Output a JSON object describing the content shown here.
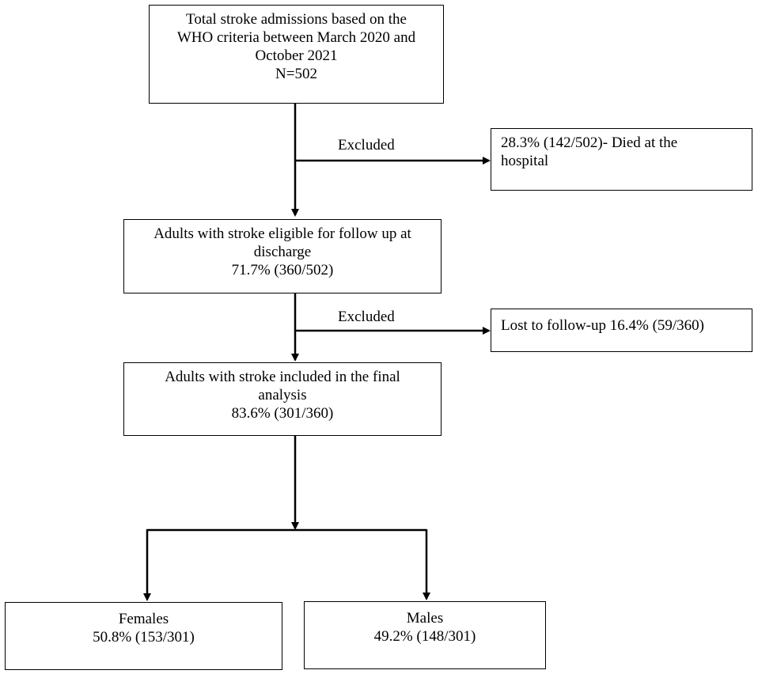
{
  "total": {
    "line1": "Total stroke admissions based on the",
    "line2": "WHO criteria between March 2020 and",
    "line3": "October 2021",
    "line4": "N=502"
  },
  "exclusion1": {
    "label": "Excluded",
    "line1": "28.3% (142/502)- Died at the",
    "line2": "hospital"
  },
  "eligible": {
    "line1": "Adults with stroke eligible for follow up at",
    "line2": "discharge",
    "line3": "71.7% (360/502)"
  },
  "exclusion2": {
    "label": "Excluded",
    "text": "Lost to follow-up 16.4% (59/360)"
  },
  "final": {
    "line1": "Adults with stroke included in the final",
    "line2": "analysis",
    "line3": "83.6% (301/360)"
  },
  "females": {
    "line1": "Females",
    "line2": "50.8% (153/301)"
  },
  "males": {
    "line1": "Males",
    "line2": "49.2% (148/301)"
  }
}
